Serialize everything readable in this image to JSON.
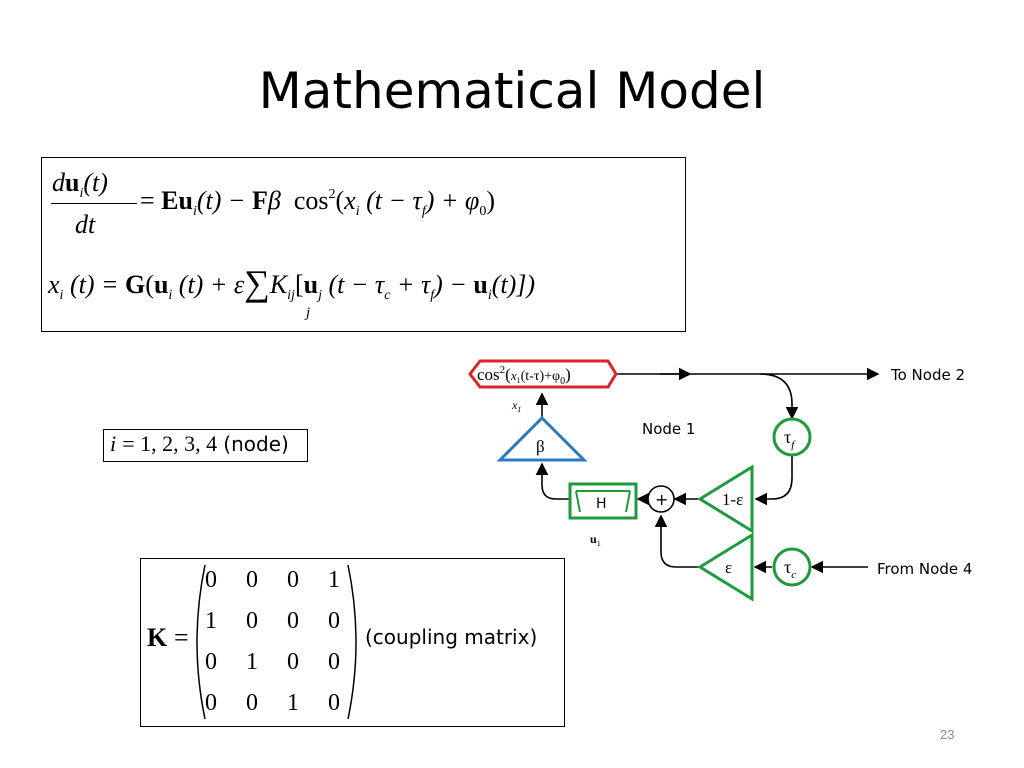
{
  "slide": {
    "title": "Mathematical Model",
    "page_number": "23"
  },
  "equations": {
    "eq1": {
      "num_d": "d",
      "num_u": "u",
      "num_i": "i",
      "num_t": "(t)",
      "den": "dt",
      "rhs_eq": "=",
      "E": "E",
      "u": "u",
      "i": "i",
      "t1": "(t) −",
      "F": "F",
      "beta": "β",
      "cos": "cos",
      "sq": "2",
      "open": "(",
      "x": "x",
      "xi": "i",
      "rest1": "(t − τ",
      "f": "f",
      "rest2": ") + φ",
      "zero": "0",
      "close": ")"
    },
    "eq2": {
      "x": "x",
      "xi": "i",
      "t": "(t) =",
      "G": "G",
      "open": "(",
      "u": "u",
      "ui": "i",
      "plus": "(t) + ε",
      "sum": "∑",
      "j": "j",
      "K": "K",
      "ij": "ij",
      "br": "[",
      "u2": "u",
      "uj": "j",
      "rest1": "(t − τ",
      "c": "c",
      "rest2": "+ τ",
      "f": "f",
      "rest3": ") −",
      "u3": "u",
      "ui3": "i",
      "end": "(t)])"
    }
  },
  "node_index": {
    "lhs": "i",
    "values": "= 1, 2, 3, 4",
    "label": "(node)"
  },
  "coupling": {
    "K": "K",
    "eq": "=",
    "label": "(coupling matrix)",
    "matrix": [
      [
        "0",
        "0",
        "0",
        "1"
      ],
      [
        "1",
        "0",
        "0",
        "0"
      ],
      [
        "0",
        "1",
        "0",
        "0"
      ],
      [
        "0",
        "0",
        "1",
        "0"
      ]
    ]
  },
  "diagram": {
    "nonlinearity": {
      "cos": "cos",
      "sq": "2",
      "x": "x",
      "x_sub": "1",
      "mid": "(t-τ)+φ",
      "phi_sub": "0",
      "close": ")"
    },
    "x1_label": "x",
    "x1_sub": "1",
    "beta": "β",
    "node_label": "Node 1",
    "tau_f": "τ",
    "tau_f_sub": "f",
    "tau_c": "τ",
    "tau_c_sub": "c",
    "one_minus_eps": "1-ε",
    "eps": "ε",
    "H": "H",
    "plus": "+",
    "u1": "u",
    "u1_sub": "1",
    "to_node": "To Node 2",
    "from_node": "From Node 4",
    "colors": {
      "red": "#d9262b",
      "blue": "#2a7bbf",
      "green": "#1f9a3c"
    }
  }
}
